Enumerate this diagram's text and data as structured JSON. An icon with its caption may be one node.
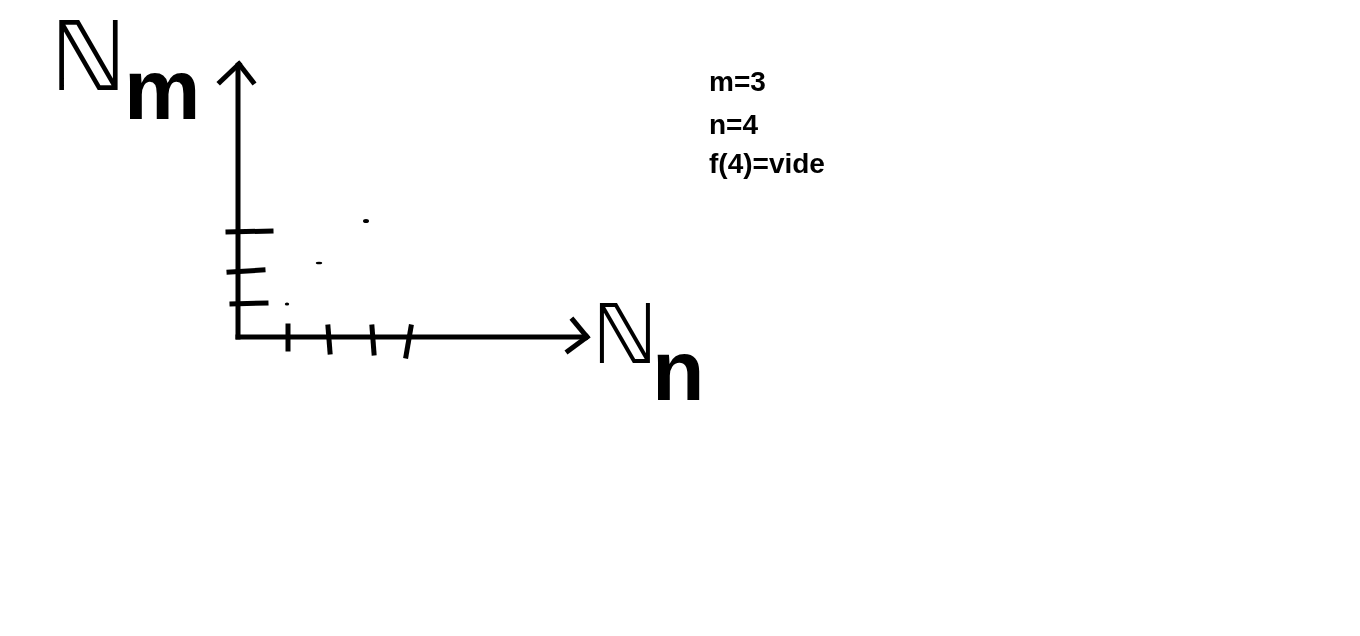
{
  "diagram": {
    "labels": [
      "ℕ",
      "m",
      "m=3",
      "n=4",
      "f(4)=vide",
      "ℕ",
      "n"
    ]
  }
}
